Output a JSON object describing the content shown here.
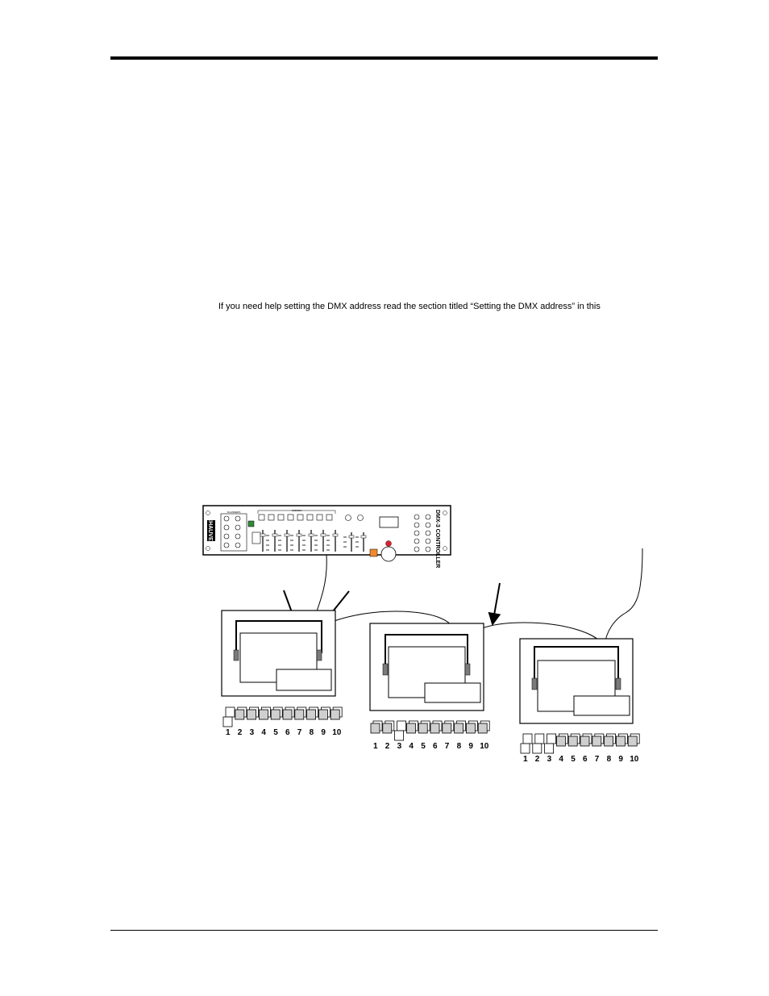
{
  "body_text": "If you need help setting the DMX address read the section titled “Setting the DMX address” in this",
  "controller": {
    "brand_text": "CHAUVET",
    "model_text": "DMX-3 CONTROLLER",
    "section_scanners": "SCANNERS",
    "section_scenes": "SCENES"
  },
  "dip_switch_labels": [
    "1",
    "2",
    "3",
    "4",
    "5",
    "6",
    "7",
    "8",
    "9",
    "10"
  ],
  "colors": {
    "rule": "#000000",
    "green_button": "#2f8a3a",
    "orange_button": "#f08a2c",
    "red_led": "#d9202e",
    "connector": "#7a7a7a"
  }
}
